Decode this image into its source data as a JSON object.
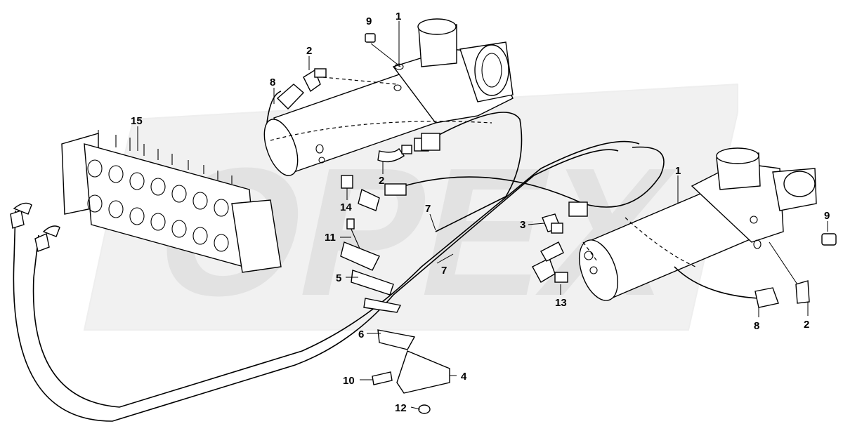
{
  "diagram": {
    "type": "exploded parts drawing",
    "watermark_text": "OPEX",
    "watermark_color": "#d9d9d9",
    "line_color": "#000000",
    "callouts": {
      "c1a": "1",
      "c1b": "1",
      "c2a": "2",
      "c2b": "2",
      "c2c": "2",
      "c3": "3",
      "c4": "4",
      "c5": "5",
      "c6": "6",
      "c7a": "7",
      "c7b": "7",
      "c8a": "8",
      "c8b": "8",
      "c9a": "9",
      "c9b": "9",
      "c10": "10",
      "c11": "11",
      "c12": "12",
      "c13": "13",
      "c14": "14",
      "c15": "15"
    }
  }
}
